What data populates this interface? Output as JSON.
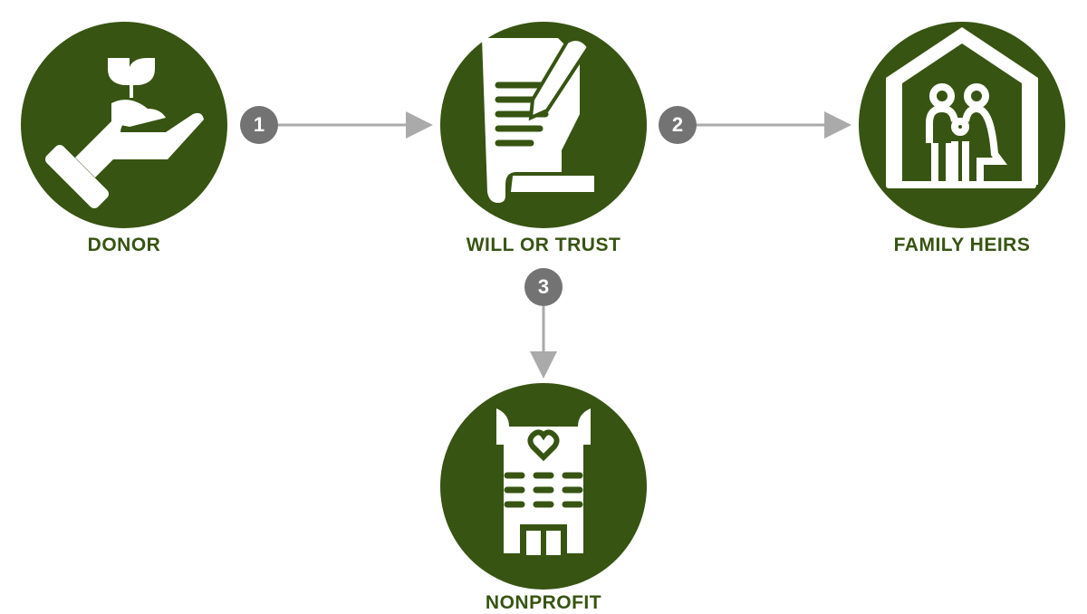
{
  "colors": {
    "node": "#375412",
    "badge": "#737373",
    "arrow": "#aaaaaa"
  },
  "nodes": {
    "donor": {
      "label": "DONOR",
      "icon": "hand-with-seedling-icon"
    },
    "will": {
      "label": "WILL OR TRUST",
      "icon": "document-with-pen-icon"
    },
    "family": {
      "label": "FAMILY HEIRS",
      "icon": "house-with-family-icon"
    },
    "nonprofit": {
      "label": "NONPROFIT",
      "icon": "building-with-heart-icon"
    }
  },
  "steps": [
    {
      "number": "1",
      "from": "donor",
      "to": "will"
    },
    {
      "number": "2",
      "from": "will",
      "to": "family"
    },
    {
      "number": "3",
      "from": "will",
      "to": "nonprofit"
    }
  ]
}
